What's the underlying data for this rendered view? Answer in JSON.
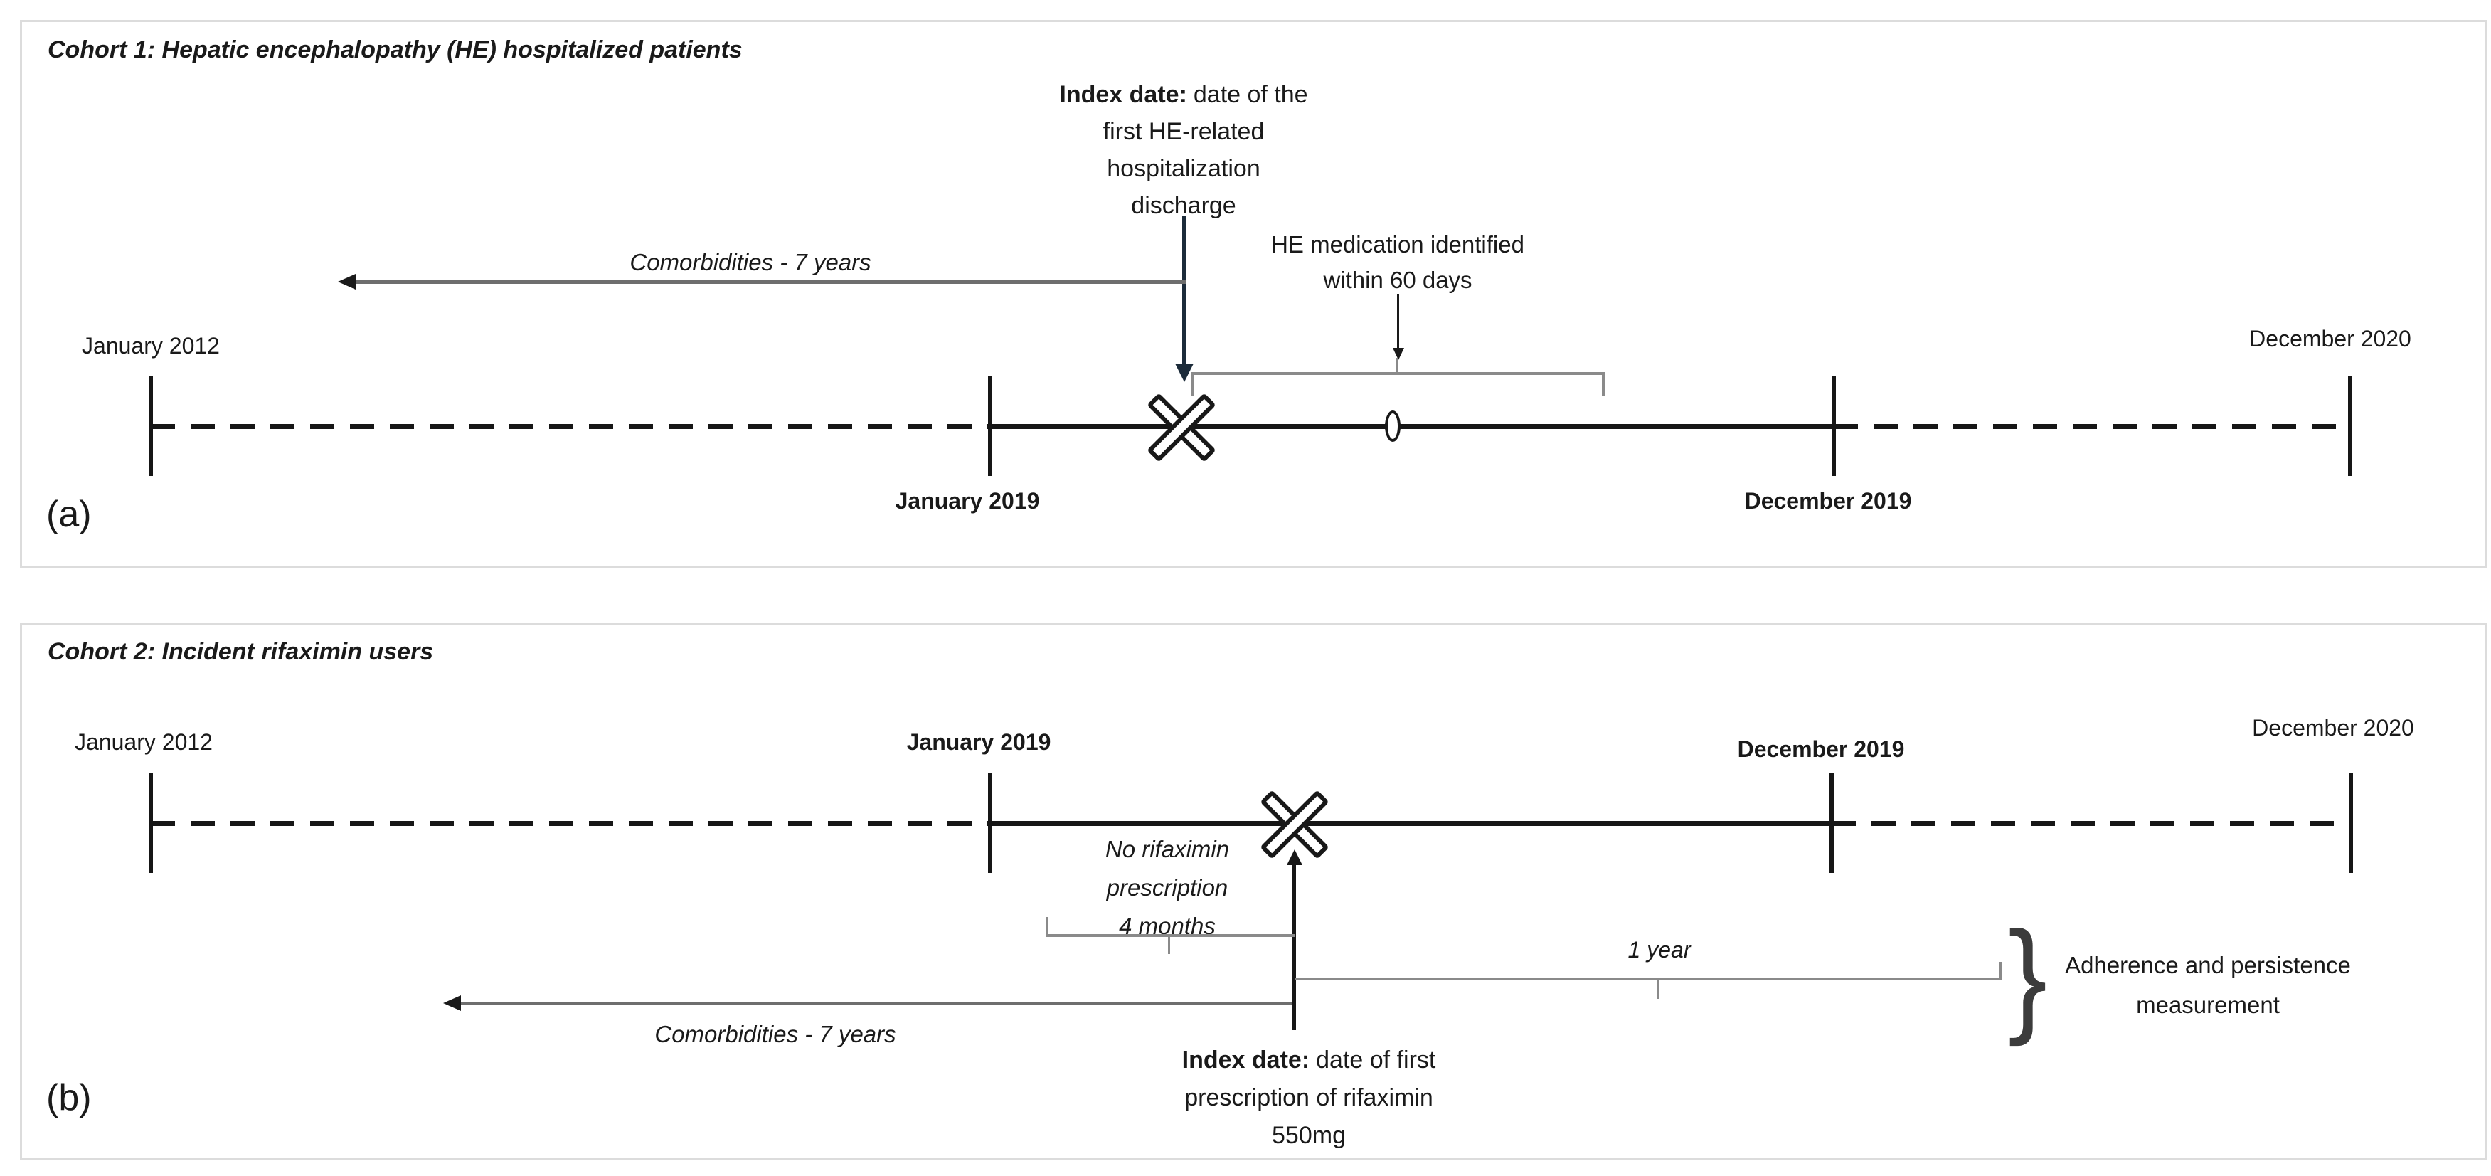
{
  "figure": {
    "dates": {
      "jan2012": "January 2012",
      "jan2019": "January 2019",
      "dec2019": "December 2019",
      "dec2020": "December 2020"
    },
    "panel_a": {
      "tag": "(a)",
      "title": "Cohort 1: Hepatic encephalopathy (HE) hospitalized patients",
      "index_bold": "Index date:",
      "index_line1_rest": "date of the",
      "index_line2": "first HE-related",
      "index_line3": "hospitalization",
      "index_line4": "discharge",
      "he_med_line1": "HE medication identified",
      "he_med_line2": "within 60 days",
      "comorbidities": "Comorbidities - 7 years"
    },
    "panel_b": {
      "tag": "(b)",
      "title": "Cohort 2: Incident rifaximin users",
      "no_rifaximin_line1": "No rifaximin",
      "no_rifaximin_line2": "prescription",
      "no_rifaximin_line3": "4 months",
      "one_year": "1 year",
      "adherence_line1": "Adherence and persistence",
      "adherence_line2": "measurement",
      "comorbidities": "Comorbidities - 7 years",
      "index_bold": "Index date:",
      "index_line1_rest": "date of first",
      "index_line2": "prescription of rifaximin",
      "index_line3": "550mg"
    },
    "colors": {
      "ink": "#1a1a1a",
      "gray_line": "#6e6e6e",
      "bracket_gray": "#8a8a8a",
      "navy": "#1c2b3a",
      "panel_border": "#dcdcdc"
    }
  }
}
